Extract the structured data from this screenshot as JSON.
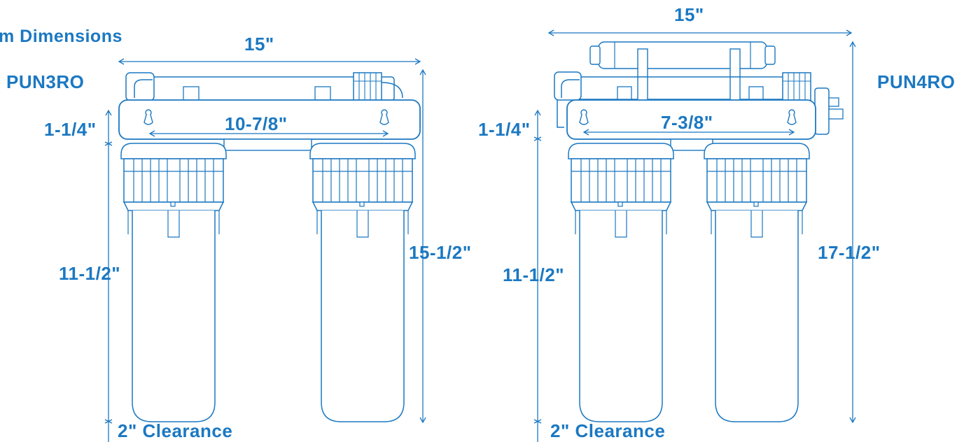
{
  "title": "m Dimensions",
  "colors": {
    "line": "#1b78c2",
    "text": "#1b78c2"
  },
  "left_model": {
    "name": "PUN3RO",
    "overall_width": "15\"",
    "mount_width": "10-7/8\"",
    "top_height": "1-1/4\"",
    "housing_height": "11-1/2\"",
    "total_height": "15-1/2\"",
    "clearance": "2\" Clearance"
  },
  "right_model": {
    "name": "PUN4RO",
    "overall_width": "15\"",
    "mount_width": "7-3/8\"",
    "top_height": "1-1/4\"",
    "housing_height": "11-1/2\"",
    "total_height": "17-1/2\"",
    "clearance": "2\" Clearance"
  }
}
